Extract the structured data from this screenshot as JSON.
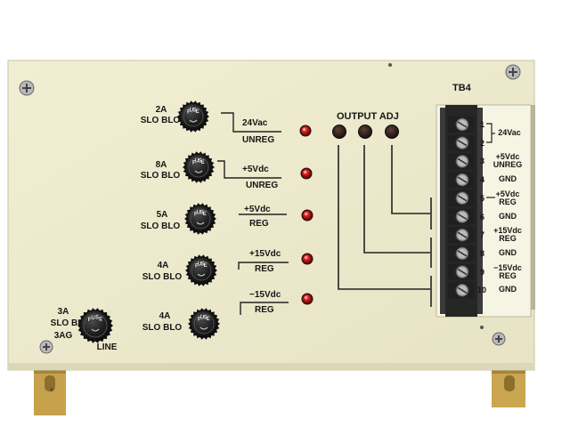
{
  "panel": {
    "terminal_block": "TB4",
    "output_adj": "OUTPUT ADJ",
    "fuses": [
      {
        "rating": "2A",
        "type": "SLO BLO"
      },
      {
        "rating": "8A",
        "type": "SLO BLO"
      },
      {
        "rating": "5A",
        "type": "SLO BLO"
      },
      {
        "rating": "4A",
        "type": "SLO BLO"
      },
      {
        "rating": "4A",
        "type": "SLO BLO"
      }
    ],
    "line_fuse": {
      "rating": "3A",
      "type": "SLO BL",
      "size": "3AG",
      "label": "LINE"
    },
    "cap_text": "FUSE",
    "outputs": [
      {
        "voltage": "24Vac",
        "mode": "UNREG"
      },
      {
        "voltage": "+5Vdc",
        "mode": "UNREG"
      },
      {
        "voltage": "+5Vdc",
        "mode": "REG"
      },
      {
        "voltage": "+15Vdc",
        "mode": "REG"
      },
      {
        "voltage": "−15Vdc",
        "mode": "REG"
      }
    ],
    "terminals": [
      {
        "num": "1",
        "label": "24Vac"
      },
      {
        "num": "2",
        "label": ""
      },
      {
        "num": "3",
        "label": "+5Vdc\nUNREG"
      },
      {
        "num": "4",
        "label": "GND"
      },
      {
        "num": "5",
        "label": "+5Vdc\nREG"
      },
      {
        "num": "6",
        "label": "GND"
      },
      {
        "num": "7",
        "label": "+15Vdc\nREG"
      },
      {
        "num": "8",
        "label": "GND"
      },
      {
        "num": "9",
        "label": "−15Vdc\nREG"
      },
      {
        "num": "10",
        "label": "GND"
      }
    ],
    "colors": {
      "panel": "#efeccf",
      "led": "#b81414",
      "fuse_cap": "#1d1d1d",
      "terminal_block": "#2a2a2a",
      "bracket": "#c8a550"
    }
  }
}
